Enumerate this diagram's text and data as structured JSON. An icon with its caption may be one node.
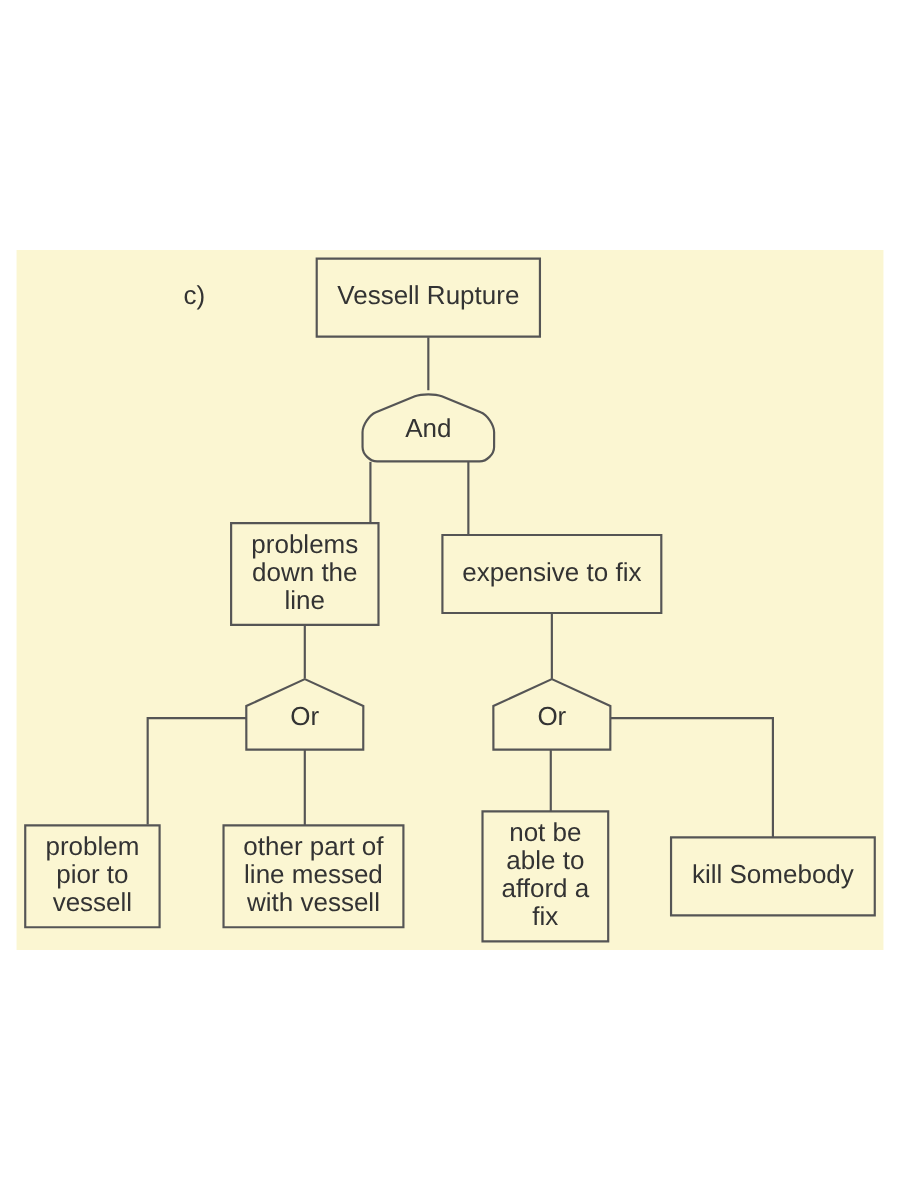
{
  "diagram": {
    "nodes": [
      {
        "text": [
          "Vessell Rupture"
        ]
      },
      {
        "text": [
          "And"
        ]
      },
      {
        "text": [
          "problems down the line"
        ]
      },
      {
        "text": [
          "expensive to fix"
        ]
      },
      {
        "text": [
          "Or"
        ]
      },
      {
        "text": [
          "Or"
        ]
      },
      {
        "text": [
          "problem pior to vessell"
        ]
      },
      {
        "text": [
          "other part of line messed with vessell"
        ]
      },
      {
        "text": [
          "not be able to afford a fix"
        ]
      },
      {
        "text": [
          "kill Somebody"
        ]
      }
    ],
    "edges": [
      {
        "from": 0,
        "to": 1,
        "arrow": "none"
      },
      {
        "from": 1,
        "to": 2,
        "arrow": "none"
      },
      {
        "from": 1,
        "to": 3,
        "arrow": "none"
      },
      {
        "from": 2,
        "to": 4,
        "arrow": "none"
      },
      {
        "from": 3,
        "to": 5,
        "arrow": "none"
      },
      {
        "from": 4,
        "to": 6,
        "arrow": "none"
      },
      {
        "from": 4,
        "to": 7,
        "arrow": "none"
      },
      {
        "from": 5,
        "to": 8,
        "arrow": "none"
      },
      {
        "from": 5,
        "to": 9,
        "arrow": "none"
      }
    ],
    "labels": [
      "c)"
    ]
  }
}
